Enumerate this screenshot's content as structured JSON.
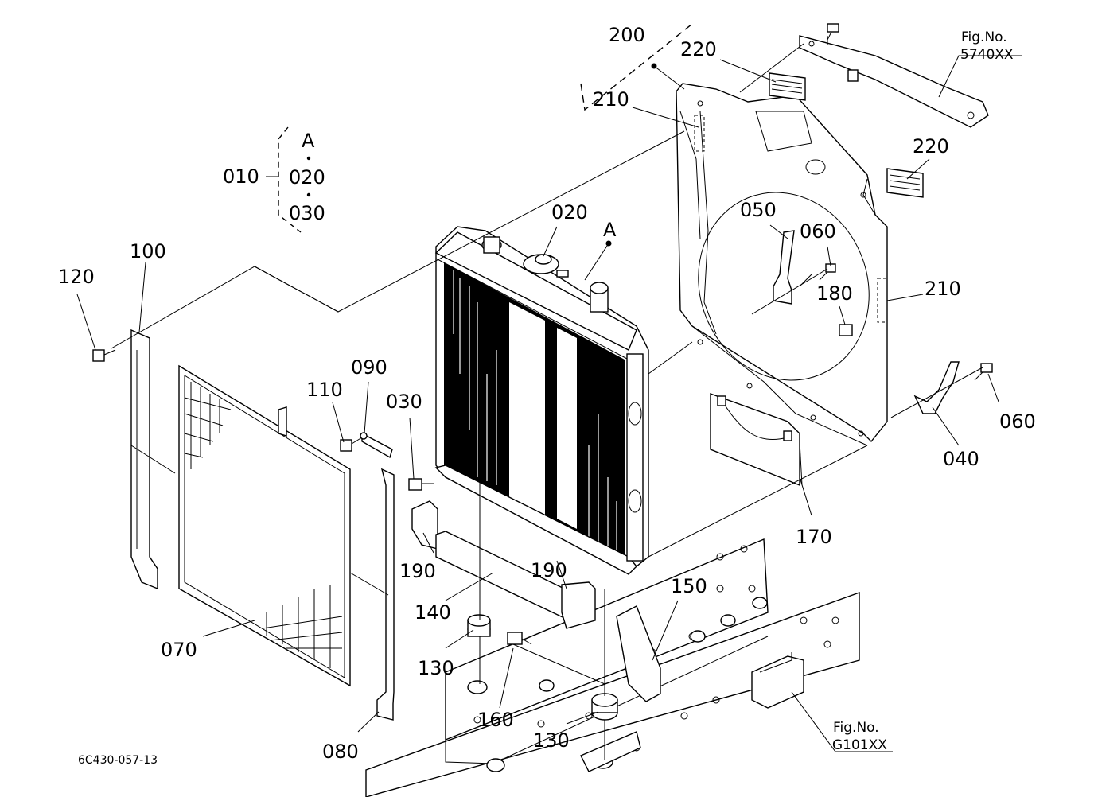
{
  "diagram": {
    "drawing_code": "6C430-057-13",
    "assembly_group": {
      "main": "010",
      "ref": "A",
      "items": [
        "020",
        "030"
      ]
    },
    "callouts": [
      {
        "id": "c-200",
        "text": "200"
      },
      {
        "id": "c-220a",
        "text": "220"
      },
      {
        "id": "c-210a",
        "text": "210"
      },
      {
        "id": "c-220b",
        "text": "220"
      },
      {
        "id": "c-020",
        "text": "020"
      },
      {
        "id": "c-A",
        "text": "A"
      },
      {
        "id": "c-050",
        "text": "050"
      },
      {
        "id": "c-060a",
        "text": "060"
      },
      {
        "id": "c-210b",
        "text": "210"
      },
      {
        "id": "c-180",
        "text": "180"
      },
      {
        "id": "c-100",
        "text": "100"
      },
      {
        "id": "c-120",
        "text": "120"
      },
      {
        "id": "c-110",
        "text": "110"
      },
      {
        "id": "c-090",
        "text": "090"
      },
      {
        "id": "c-030",
        "text": "030"
      },
      {
        "id": "c-060b",
        "text": "060"
      },
      {
        "id": "c-040",
        "text": "040"
      },
      {
        "id": "c-170",
        "text": "170"
      },
      {
        "id": "c-190a",
        "text": "190"
      },
      {
        "id": "c-190b",
        "text": "190"
      },
      {
        "id": "c-150",
        "text": "150"
      },
      {
        "id": "c-140",
        "text": "140"
      },
      {
        "id": "c-130a",
        "text": "130"
      },
      {
        "id": "c-070",
        "text": "070"
      },
      {
        "id": "c-160",
        "text": "160"
      },
      {
        "id": "c-130b",
        "text": "130"
      },
      {
        "id": "c-080",
        "text": "080"
      }
    ],
    "fig_refs": [
      {
        "id": "fig-top",
        "label": "Fig.No.",
        "number": "5740XX"
      },
      {
        "id": "fig-bottom",
        "label": "Fig.No.",
        "number": "G101XX"
      }
    ]
  }
}
